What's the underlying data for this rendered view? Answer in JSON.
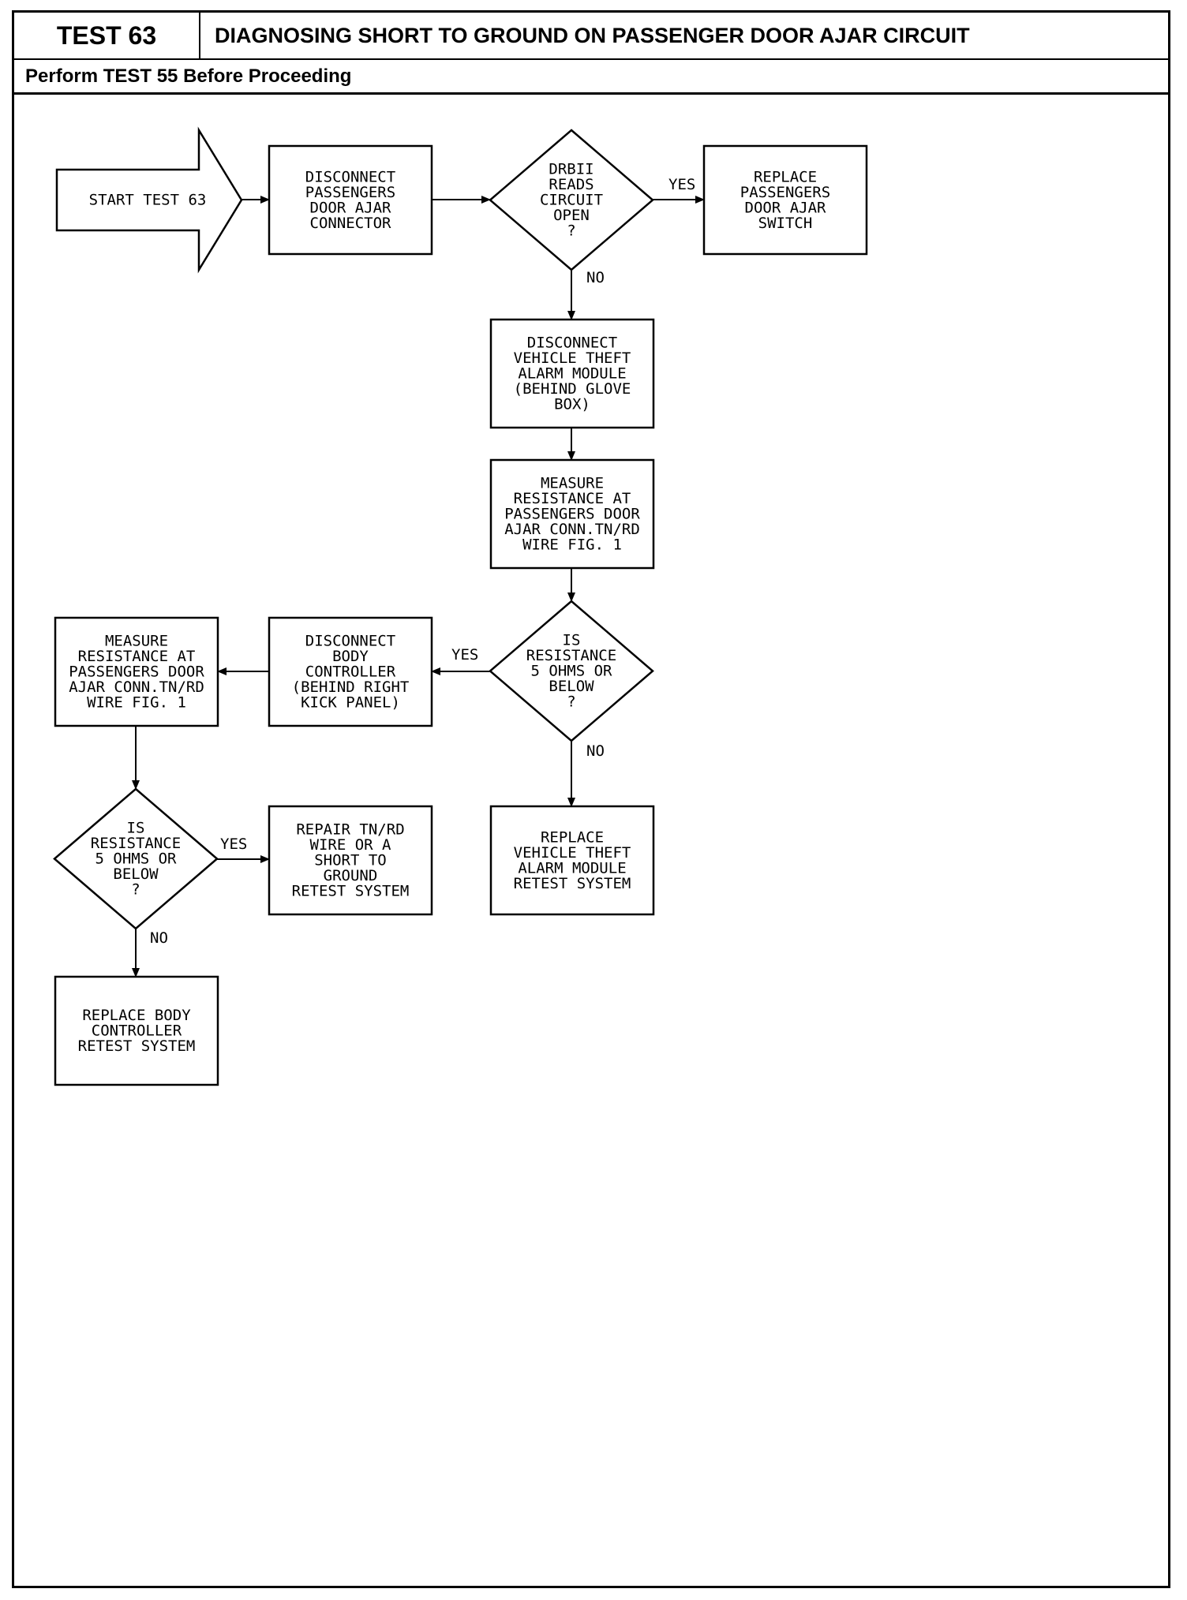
{
  "header": {
    "test_label": "TEST 63",
    "title": "DIAGNOSING SHORT TO GROUND ON PASSENGER DOOR AJAR CIRCUIT",
    "prerequisite": "Perform TEST 55 Before Proceeding"
  },
  "flowchart": {
    "nodes": [
      {
        "id": "start",
        "shape": "arrow",
        "lines": [
          "START TEST 63"
        ]
      },
      {
        "id": "disconnect-door-ajar",
        "shape": "process",
        "lines": [
          "DISCONNECT",
          "PASSENGERS",
          "DOOR AJAR",
          "CONNECTOR"
        ]
      },
      {
        "id": "drbii-reads-open",
        "shape": "decision",
        "lines": [
          "DRBII",
          "READS",
          "CIRCUIT",
          "OPEN",
          "?"
        ]
      },
      {
        "id": "replace-door-ajar-switch",
        "shape": "process",
        "lines": [
          "REPLACE",
          "PASSENGERS",
          "DOOR AJAR",
          "SWITCH"
        ]
      },
      {
        "id": "disconnect-vta-module",
        "shape": "process",
        "lines": [
          "DISCONNECT",
          "VEHICLE THEFT",
          "ALARM MODULE",
          "(BEHIND GLOVE",
          "BOX)"
        ]
      },
      {
        "id": "measure-resistance-1",
        "shape": "process",
        "lines": [
          "MEASURE",
          "RESISTANCE AT",
          "PASSENGERS DOOR",
          "AJAR CONN.TN/RD",
          "WIRE FIG. 1"
        ]
      },
      {
        "id": "resistance-check-1",
        "shape": "decision",
        "lines": [
          "IS",
          "RESISTANCE",
          "5 OHMS OR",
          "BELOW",
          "?"
        ]
      },
      {
        "id": "disconnect-body-controller",
        "shape": "process",
        "lines": [
          "DISCONNECT",
          "BODY",
          "CONTROLLER",
          "(BEHIND RIGHT",
          "KICK PANEL)"
        ]
      },
      {
        "id": "replace-vta-module",
        "shape": "process",
        "lines": [
          "REPLACE",
          "VEHICLE THEFT",
          "ALARM MODULE",
          "RETEST SYSTEM"
        ]
      },
      {
        "id": "measure-resistance-2",
        "shape": "process",
        "lines": [
          "MEASURE",
          "RESISTANCE AT",
          "PASSENGERS DOOR",
          "AJAR CONN.TN/RD",
          "WIRE FIG. 1"
        ]
      },
      {
        "id": "resistance-check-2",
        "shape": "decision",
        "lines": [
          "IS",
          "RESISTANCE",
          "5 OHMS OR",
          "BELOW",
          "?"
        ]
      },
      {
        "id": "repair-tnrd-wire",
        "shape": "process",
        "lines": [
          "REPAIR TN/RD",
          "WIRE OR A",
          "SHORT TO",
          "GROUND",
          "RETEST SYSTEM"
        ]
      },
      {
        "id": "replace-body-controller",
        "shape": "process",
        "lines": [
          "REPLACE BODY",
          "CONTROLLER",
          "RETEST SYSTEM"
        ]
      }
    ],
    "edges": [
      {
        "from": "start",
        "to": "disconnect-door-ajar",
        "label": ""
      },
      {
        "from": "disconnect-door-ajar",
        "to": "drbii-reads-open",
        "label": ""
      },
      {
        "from": "drbii-reads-open",
        "to": "replace-door-ajar-switch",
        "label": "YES"
      },
      {
        "from": "drbii-reads-open",
        "to": "disconnect-vta-module",
        "label": "NO"
      },
      {
        "from": "disconnect-vta-module",
        "to": "measure-resistance-1",
        "label": ""
      },
      {
        "from": "measure-resistance-1",
        "to": "resistance-check-1",
        "label": ""
      },
      {
        "from": "resistance-check-1",
        "to": "disconnect-body-controller",
        "label": "YES"
      },
      {
        "from": "resistance-check-1",
        "to": "replace-vta-module",
        "label": "NO"
      },
      {
        "from": "disconnect-body-controller",
        "to": "measure-resistance-2",
        "label": ""
      },
      {
        "from": "measure-resistance-2",
        "to": "resistance-check-2",
        "label": ""
      },
      {
        "from": "resistance-check-2",
        "to": "repair-tnrd-wire",
        "label": "YES"
      },
      {
        "from": "resistance-check-2",
        "to": "replace-body-controller",
        "label": "NO"
      }
    ]
  }
}
